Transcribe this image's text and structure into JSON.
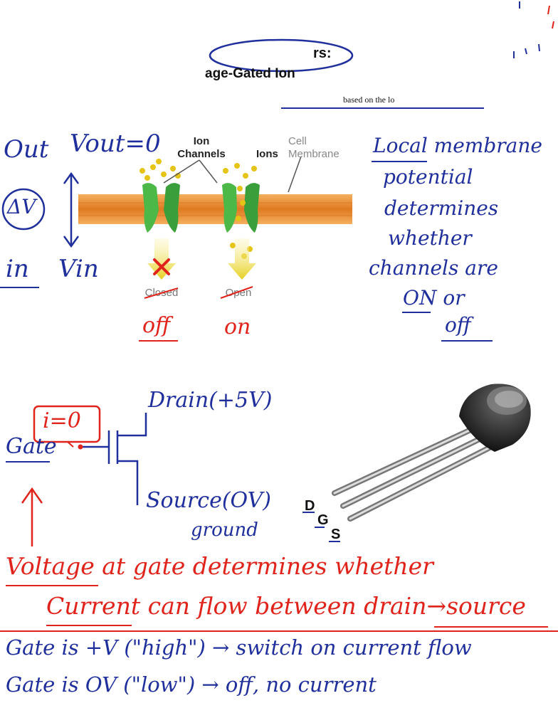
{
  "header": {
    "title_line1": "rs:",
    "title_line2": "age-Gated Ion",
    "subtitle": "based on the lo"
  },
  "figure": {
    "label_ion_channels_1": "Ion",
    "label_ion_channels_2": "Channels",
    "label_ions": "Ions",
    "label_cell_1": "Cell",
    "label_cell_2": "Membrane",
    "label_closed": "Closed",
    "label_open": "Open"
  },
  "notes": {
    "out": "Out",
    "vout": "Vout=0",
    "delta_v": "ΔV",
    "in": "in",
    "vin": "Vin",
    "off": "off",
    "on": "on",
    "local_lines": [
      "Local membrane",
      "potential",
      "determines",
      "whether",
      "channels are"
    ],
    "on_or": "ON or",
    "off_right": "off",
    "drain": "Drain(+5V)",
    "current_zero": "i=0",
    "gate": "Gate",
    "source": "Source(OV)",
    "ground": "ground",
    "voltage_line1": "Voltage at gate determines whether",
    "voltage_line2": "Current can flow between drain→source",
    "gate_high": "Gate is +V (\"high\") → switch on current flow",
    "gate_low": "Gate is OV (\"low\") → off, no current"
  },
  "transistor": {
    "pin_d": "D",
    "pin_g": "G",
    "pin_s": "S"
  },
  "colors": {
    "ink_blue": "#1f2f9c",
    "ink_red": "#e0231b",
    "membrane": "#e88a2c",
    "channel_green": "#4cb848"
  }
}
